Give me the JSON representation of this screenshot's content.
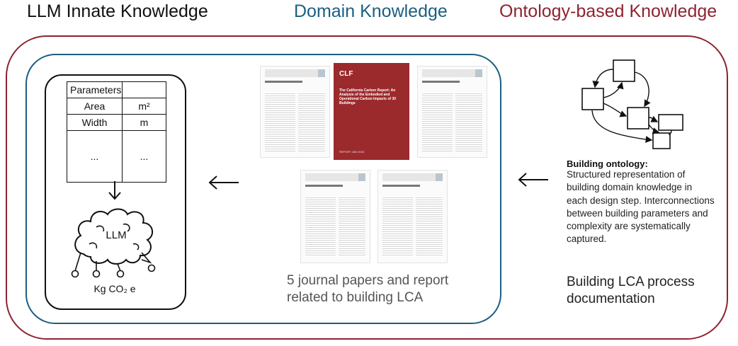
{
  "headers": {
    "left": "LLM Innate Knowledge",
    "middle": "Domain Knowledge",
    "right": "Ontology-based Knowledge"
  },
  "llm_panel": {
    "table": {
      "header": "Parameters",
      "rows": [
        {
          "name": "Area",
          "unit": "m²"
        },
        {
          "name": "Width",
          "unit": "m"
        },
        {
          "name": "...",
          "unit": "..."
        }
      ]
    },
    "model_label": "LLM",
    "output_label": "Kg CO₂ e"
  },
  "domain_panel": {
    "report": {
      "brand": "CLF",
      "title": "The California Carbon Report: An Analysis of the Embodied and Operational Carbon Impacts of 30 Buildings",
      "date": "REPORT JAN 2024"
    },
    "caption": "5 journal papers and report related to building LCA"
  },
  "ontology_panel": {
    "title": "Building ontology:",
    "description": "Structured representation of building domain knowledge in each design step. Interconnections between building parameters and complexity are systematically captured.",
    "caption": "Building LCA process documentation"
  },
  "colors": {
    "domain_accent": "#1b5f80",
    "ontology_accent": "#8e2330",
    "report_cover": "#9b2a2d"
  },
  "icons": [
    "left-arrow-icon",
    "down-arrow-icon",
    "brain-icon",
    "ontology-graph-icon"
  ]
}
